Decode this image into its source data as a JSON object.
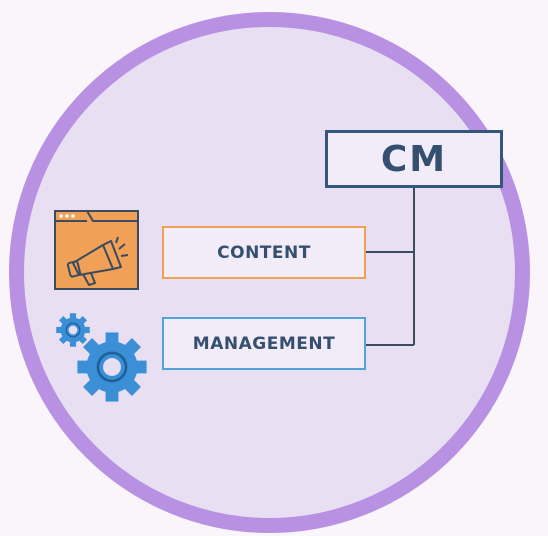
{
  "diagram": {
    "root": {
      "label": "CM"
    },
    "children": [
      {
        "label": "CONTENT",
        "icon": "megaphone-icon",
        "color": "#f0a057"
      },
      {
        "label": "MANAGEMENT",
        "icon": "gears-icon",
        "color": "#4fa4da"
      }
    ]
  },
  "colors": {
    "ring": "#b891e3",
    "circle_fill": "#e8dff3",
    "text": "#35506f",
    "connector": "#3b4c5e"
  }
}
